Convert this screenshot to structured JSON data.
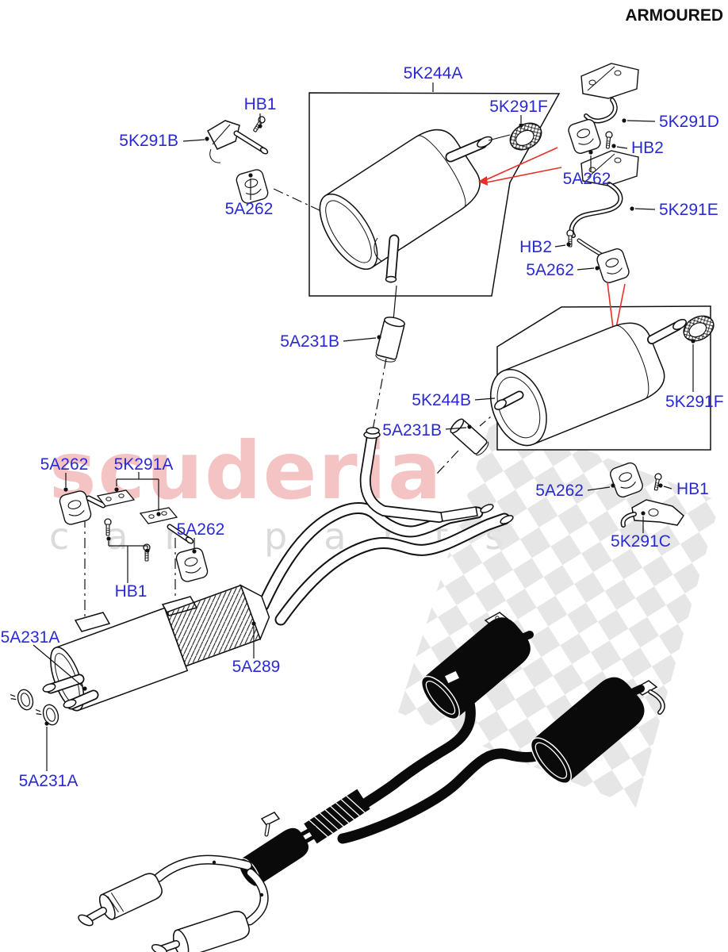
{
  "title": "ARMOURED",
  "watermark": {
    "line1": "scuderia",
    "line2": "car parts"
  },
  "callouts": [
    {
      "part": "5K244A"
    },
    {
      "part": "HB1"
    },
    {
      "part": "5K291B"
    },
    {
      "part": "5A262"
    },
    {
      "part": "5K291F"
    },
    {
      "part": "5K291D"
    },
    {
      "part": "HB2"
    },
    {
      "part": "5A262"
    },
    {
      "part": "5K291E"
    },
    {
      "part": "HB2"
    },
    {
      "part": "5A262"
    },
    {
      "part": "5A231B"
    },
    {
      "part": "5K244B"
    },
    {
      "part": "5A231B"
    },
    {
      "part": "5K291F"
    },
    {
      "part": "5A262"
    },
    {
      "part": "HB1"
    },
    {
      "part": "5K291C"
    },
    {
      "part": "5A262"
    },
    {
      "part": "5K291A"
    },
    {
      "part": "5A262"
    },
    {
      "part": "HB1"
    },
    {
      "part": "5A231A"
    },
    {
      "part": "5A289"
    },
    {
      "part": "5A231A"
    }
  ],
  "colors": {
    "label_blue": "#2A2AD4",
    "arrow_red": "#E8302A",
    "watermark_pink": "#F2B6B6",
    "watermark_gray": "#DADADA",
    "checker_gray": "#E3E3E3",
    "line_black": "#111111"
  }
}
